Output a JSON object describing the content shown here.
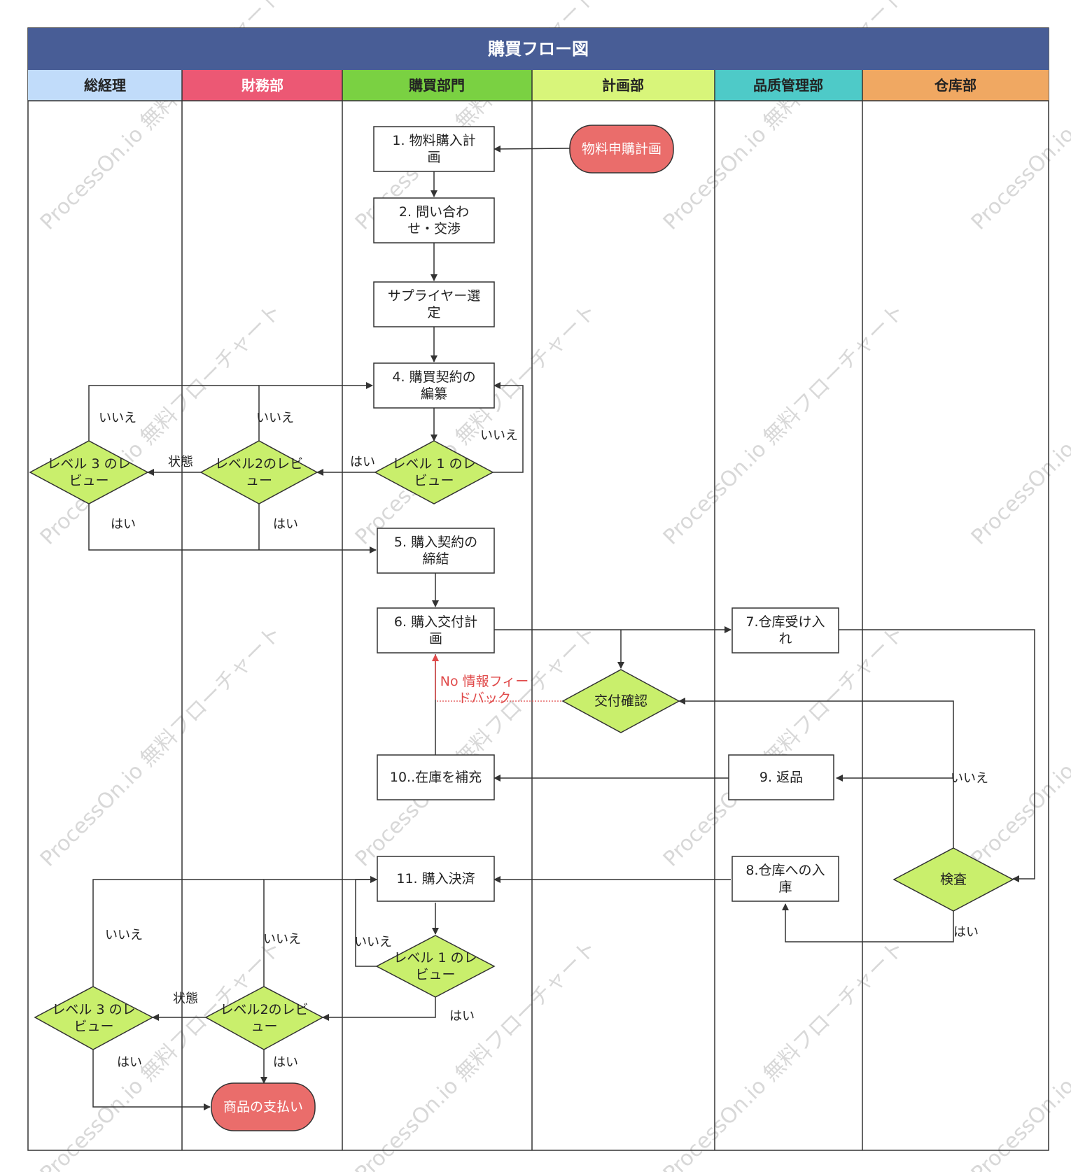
{
  "title": "購買フロー図",
  "watermark": "ProcessOn.io 無料フローチャート",
  "colors": {
    "header": "#485d96",
    "lane_general": "#c1dcfa",
    "lane_finance": "#ec5874",
    "lane_purchase": "#7ad142",
    "lane_planning": "#d8f57a",
    "lane_quality": "#4ecac8",
    "lane_warehouse": "#f0a862",
    "diamond": "#c9ef6c",
    "terminal": "#ea6d6b",
    "feedback": "#e04a4a"
  },
  "lanes": [
    {
      "id": "general",
      "label": "総経理"
    },
    {
      "id": "finance",
      "label": "財務部"
    },
    {
      "id": "purchase",
      "label": "購買部門"
    },
    {
      "id": "planning",
      "label": "計画部"
    },
    {
      "id": "quality",
      "label": "品质管理部"
    },
    {
      "id": "warehouse",
      "label": "仓库部"
    }
  ],
  "nodes": [
    {
      "id": "material-plan",
      "shape": "terminal",
      "lines": [
        "物料申購計画"
      ]
    },
    {
      "id": "step1",
      "shape": "rect",
      "lines": [
        "1. 物料購入計",
        "画"
      ]
    },
    {
      "id": "step2",
      "shape": "rect",
      "lines": [
        "2. 問い合わ",
        "せ・交渉"
      ]
    },
    {
      "id": "step3",
      "shape": "rect",
      "lines": [
        "サプライヤー選",
        "定"
      ]
    },
    {
      "id": "step4",
      "shape": "rect",
      "lines": [
        "4. 購買契約の",
        "編纂"
      ]
    },
    {
      "id": "review1a",
      "shape": "diamond",
      "lines": [
        "レベル 1 のレ",
        "ビュー"
      ]
    },
    {
      "id": "review2a",
      "shape": "diamond",
      "lines": [
        "レベル2のレビ",
        "ュー"
      ]
    },
    {
      "id": "review3a",
      "shape": "diamond",
      "lines": [
        "レベル 3 のレ",
        "ビュー"
      ]
    },
    {
      "id": "step5",
      "shape": "rect",
      "lines": [
        "5. 購入契約の",
        "締結"
      ]
    },
    {
      "id": "step6",
      "shape": "rect",
      "lines": [
        "6. 購入交付計",
        "画"
      ]
    },
    {
      "id": "step7",
      "shape": "rect",
      "lines": [
        "7.仓库受け入",
        "れ"
      ]
    },
    {
      "id": "delivery-check",
      "shape": "diamond",
      "lines": [
        "交付確認"
      ]
    },
    {
      "id": "step10",
      "shape": "rect",
      "lines": [
        "10..在庫を補充"
      ]
    },
    {
      "id": "step9",
      "shape": "rect",
      "lines": [
        "9. 返品"
      ]
    },
    {
      "id": "step11",
      "shape": "rect",
      "lines": [
        "11. 購入決済"
      ]
    },
    {
      "id": "step8",
      "shape": "rect",
      "lines": [
        "8.仓库への入",
        "庫"
      ]
    },
    {
      "id": "inspection",
      "shape": "diamond",
      "lines": [
        "検査"
      ]
    },
    {
      "id": "review1b",
      "shape": "diamond",
      "lines": [
        "レベル 1 のレ",
        "ビュー"
      ]
    },
    {
      "id": "review2b",
      "shape": "diamond",
      "lines": [
        "レベル2のレビ",
        "ュー"
      ]
    },
    {
      "id": "review3b",
      "shape": "diamond",
      "lines": [
        "レベル 3 のレ",
        "ビュー"
      ]
    },
    {
      "id": "payment",
      "shape": "terminal",
      "lines": [
        "商品の支払い"
      ]
    }
  ],
  "labels": [
    {
      "id": "no-1a",
      "text": "いいえ"
    },
    {
      "id": "no-2a",
      "text": "いいえ"
    },
    {
      "id": "no-3a",
      "text": "いいえ"
    },
    {
      "id": "yes-1a",
      "text": "はい"
    },
    {
      "id": "state-a",
      "text": "状態"
    },
    {
      "id": "yes-2a",
      "text": "はい"
    },
    {
      "id": "yes-3a",
      "text": "はい"
    },
    {
      "id": "feedback-1",
      "text": "No 情報フィー"
    },
    {
      "id": "feedback-2",
      "text": "ドバック"
    },
    {
      "id": "no-inspect",
      "text": "いいえ"
    },
    {
      "id": "yes-inspect",
      "text": "はい"
    },
    {
      "id": "no-3b",
      "text": "いいえ"
    },
    {
      "id": "no-2b",
      "text": "いいえ"
    },
    {
      "id": "no-1b",
      "text": "いいえ"
    },
    {
      "id": "state-b",
      "text": "状態"
    },
    {
      "id": "yes-1b",
      "text": "はい"
    },
    {
      "id": "yes-3b",
      "text": "はい"
    },
    {
      "id": "yes-2b",
      "text": "はい"
    }
  ]
}
